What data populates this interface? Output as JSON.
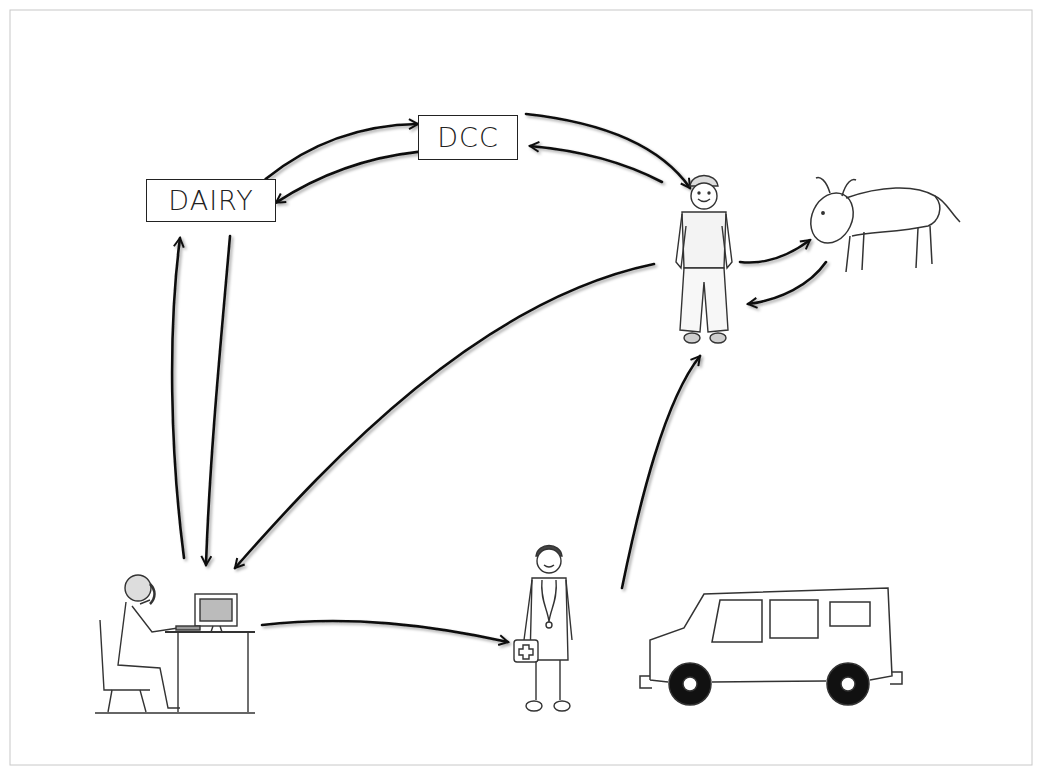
{
  "diagram": {
    "nodes": [
      {
        "text": [
          "DCC"
        ]
      },
      {
        "text": [
          "DAIRY"
        ]
      }
    ],
    "edges": [
      {
        "from": 1,
        "to": 0,
        "arrow": "to"
      },
      {
        "from": 0,
        "to": 1,
        "arrow": "to"
      }
    ]
  }
}
